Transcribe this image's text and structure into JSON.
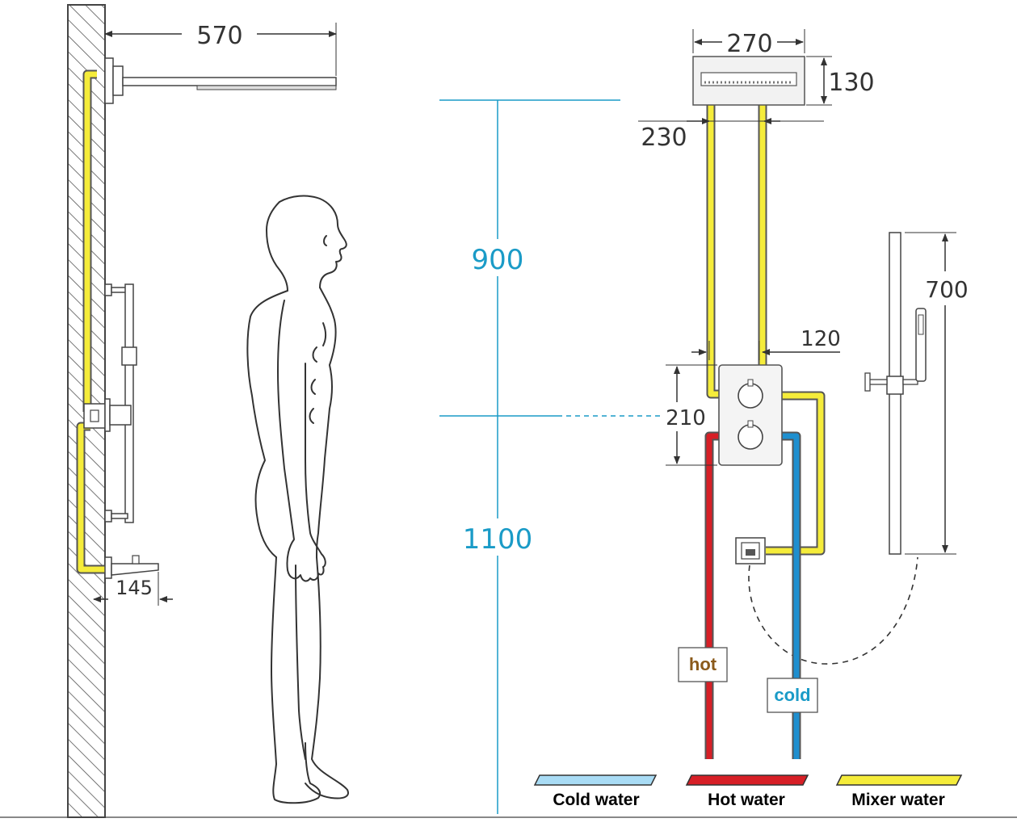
{
  "dimensions": {
    "overhead_reach": "570",
    "head_width": "270",
    "head_height": "130",
    "head_depth": "230",
    "head_above_valve": "900",
    "valve_height": "1100",
    "valve_width": "120",
    "valve_panel_height": "210",
    "slide_bar_length": "700",
    "spout_projection": "145"
  },
  "pipe_labels": {
    "hot": "hot",
    "cold": "cold"
  },
  "legend": {
    "cold": "Cold water",
    "hot": "Hot water",
    "mixer": "Mixer water"
  },
  "colors": {
    "cold_pipe": "#1e8fcf",
    "cold_legend": "#a9dcf5",
    "hot_pipe": "#d71f26",
    "mixer_pipe": "#f5ec3a",
    "dimension_blue": "#1a9bc7",
    "hot_label": "#8b5a1b",
    "cold_label": "#1a9bc7"
  }
}
